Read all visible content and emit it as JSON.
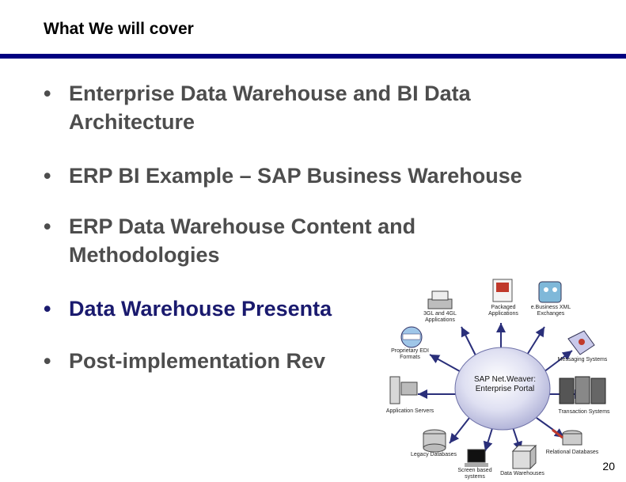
{
  "slide": {
    "title": "What We will cover",
    "bullets": [
      "Enterprise Data Warehouse and BI Data Architecture",
      "ERP BI Example – SAP Business Warehouse",
      "ERP Data Warehouse Content and Methodologies",
      "Data Warehouse Presenta",
      "Post-implementation Rev"
    ],
    "bullet_symbol": "•",
    "highlight_color": "#1a1a6e",
    "rule_color": "#000080",
    "page_number": "20"
  },
  "diagram": {
    "hub": {
      "line1": "SAP Net.Weaver:",
      "line2": "Enterprise Portal"
    },
    "nodes": [
      {
        "label": "3GL and 4GL Applications",
        "icon": "printer-icon"
      },
      {
        "label": "Packaged Applications",
        "icon": "software-box-icon"
      },
      {
        "label": "e.Business XML Exchanges",
        "icon": "robot-icon"
      },
      {
        "label": "Proprietary EDI Formats",
        "icon": "globe-swift-icon"
      },
      {
        "label": "Messaging Systems",
        "icon": "network-icon"
      },
      {
        "label": "Application Servers",
        "icon": "server-icon"
      },
      {
        "label": "Transaction Systems",
        "icon": "mainframe-icon"
      },
      {
        "label": "Legacy Databases",
        "icon": "database-icon"
      },
      {
        "label": "Screen based systems",
        "icon": "terminal-icon"
      },
      {
        "label": "Data Warehouses",
        "icon": "cube-icon"
      },
      {
        "label": "Relational Databases",
        "icon": "relational-db-icon"
      }
    ]
  }
}
